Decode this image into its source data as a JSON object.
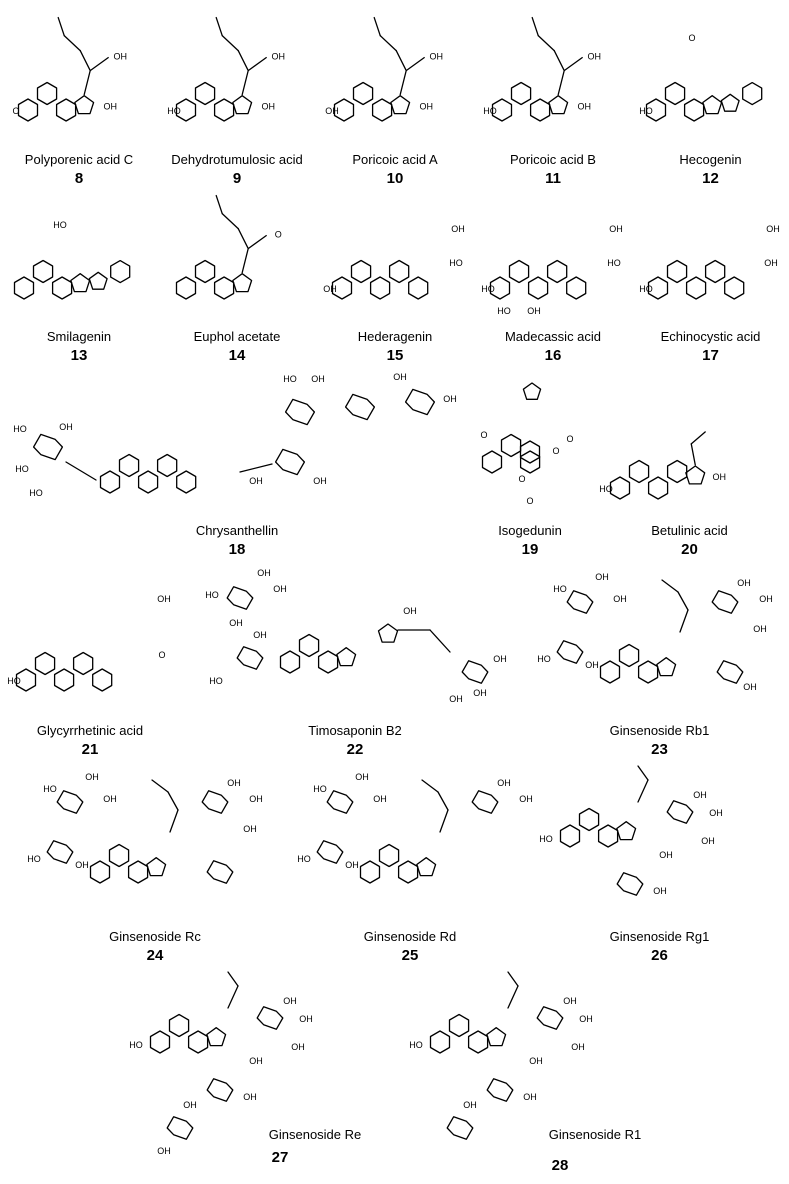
{
  "compounds": [
    {
      "name": "Polyporenic acid C",
      "number": "8",
      "substituents": [
        "OH",
        "OH",
        "O"
      ]
    },
    {
      "name": "Dehydrotumulosic acid",
      "number": "9",
      "substituents": [
        "OH",
        "OH",
        "HO"
      ]
    },
    {
      "name": "Poricoic acid A",
      "number": "10",
      "substituents": [
        "OH",
        "OH",
        "OH"
      ]
    },
    {
      "name": "Poricoic acid B",
      "number": "11",
      "substituents": [
        "OH",
        "OH",
        "HO"
      ]
    },
    {
      "name": "Hecogenin",
      "number": "12",
      "substituents": [
        "O",
        "HO"
      ]
    },
    {
      "name": "Smilagenin",
      "number": "13",
      "substituents": [
        "HO"
      ]
    },
    {
      "name": "Euphol acetate",
      "number": "14",
      "substituents": [
        "O"
      ]
    },
    {
      "name": "Hederagenin",
      "number": "15",
      "substituents": [
        "OH",
        "HO",
        "OH"
      ]
    },
    {
      "name": "Madecassic acid",
      "number": "16",
      "substituents": [
        "OH",
        "HO",
        "HO",
        "HO",
        "OH"
      ]
    },
    {
      "name": "Echinocystic acid",
      "number": "17",
      "substituents": [
        "OH",
        "OH",
        "HO"
      ]
    },
    {
      "name": "Chrysanthellin",
      "number": "18",
      "substituents": [
        "HO",
        "HO",
        "OH",
        "HO",
        "HO",
        "OH",
        "OH",
        "OH",
        "OH",
        "OH"
      ]
    },
    {
      "name": "Isogedunin",
      "number": "19",
      "substituents": [
        "O",
        "O",
        "O",
        "O",
        "O"
      ]
    },
    {
      "name": "Betulinic acid",
      "number": "20",
      "substituents": [
        "OH",
        "HO"
      ]
    },
    {
      "name": "Glycyrrhetinic acid",
      "number": "21",
      "substituents": [
        "OH",
        "O",
        "HO"
      ]
    },
    {
      "name": "Timosaponin B2",
      "number": "22",
      "substituents": [
        "HO",
        "OH",
        "OH",
        "HO",
        "OH",
        "OH",
        "OH",
        "OH",
        "OH",
        "OH"
      ]
    },
    {
      "name": "Ginsenoside Rb1",
      "number": "23",
      "substituents": [
        "HO",
        "OH",
        "OH",
        "HO",
        "OH",
        "OH",
        "OH",
        "OH",
        "OH"
      ]
    },
    {
      "name": "Ginsenoside Rc",
      "number": "24",
      "substituents": [
        "HO",
        "OH",
        "OH",
        "HO",
        "OH",
        "OH",
        "OH",
        "OH"
      ]
    },
    {
      "name": "Ginsenoside Rd",
      "number": "25",
      "substituents": [
        "HO",
        "OH",
        "OH",
        "HO",
        "OH",
        "OH",
        "OH"
      ]
    },
    {
      "name": "Ginsenoside Rg1",
      "number": "26",
      "substituents": [
        "HO",
        "OH",
        "OH",
        "OH",
        "OH",
        "OH"
      ]
    },
    {
      "name": "Ginsenoside Re",
      "number": "27",
      "substituents": [
        "HO",
        "OH",
        "OH",
        "OH",
        "OH",
        "OH",
        "OH",
        "OH"
      ]
    },
    {
      "name": "Ginsenoside R1",
      "number": "28",
      "substituents": [
        "HO",
        "OH",
        "OH",
        "OH",
        "OH",
        "OH",
        "OH"
      ]
    }
  ]
}
